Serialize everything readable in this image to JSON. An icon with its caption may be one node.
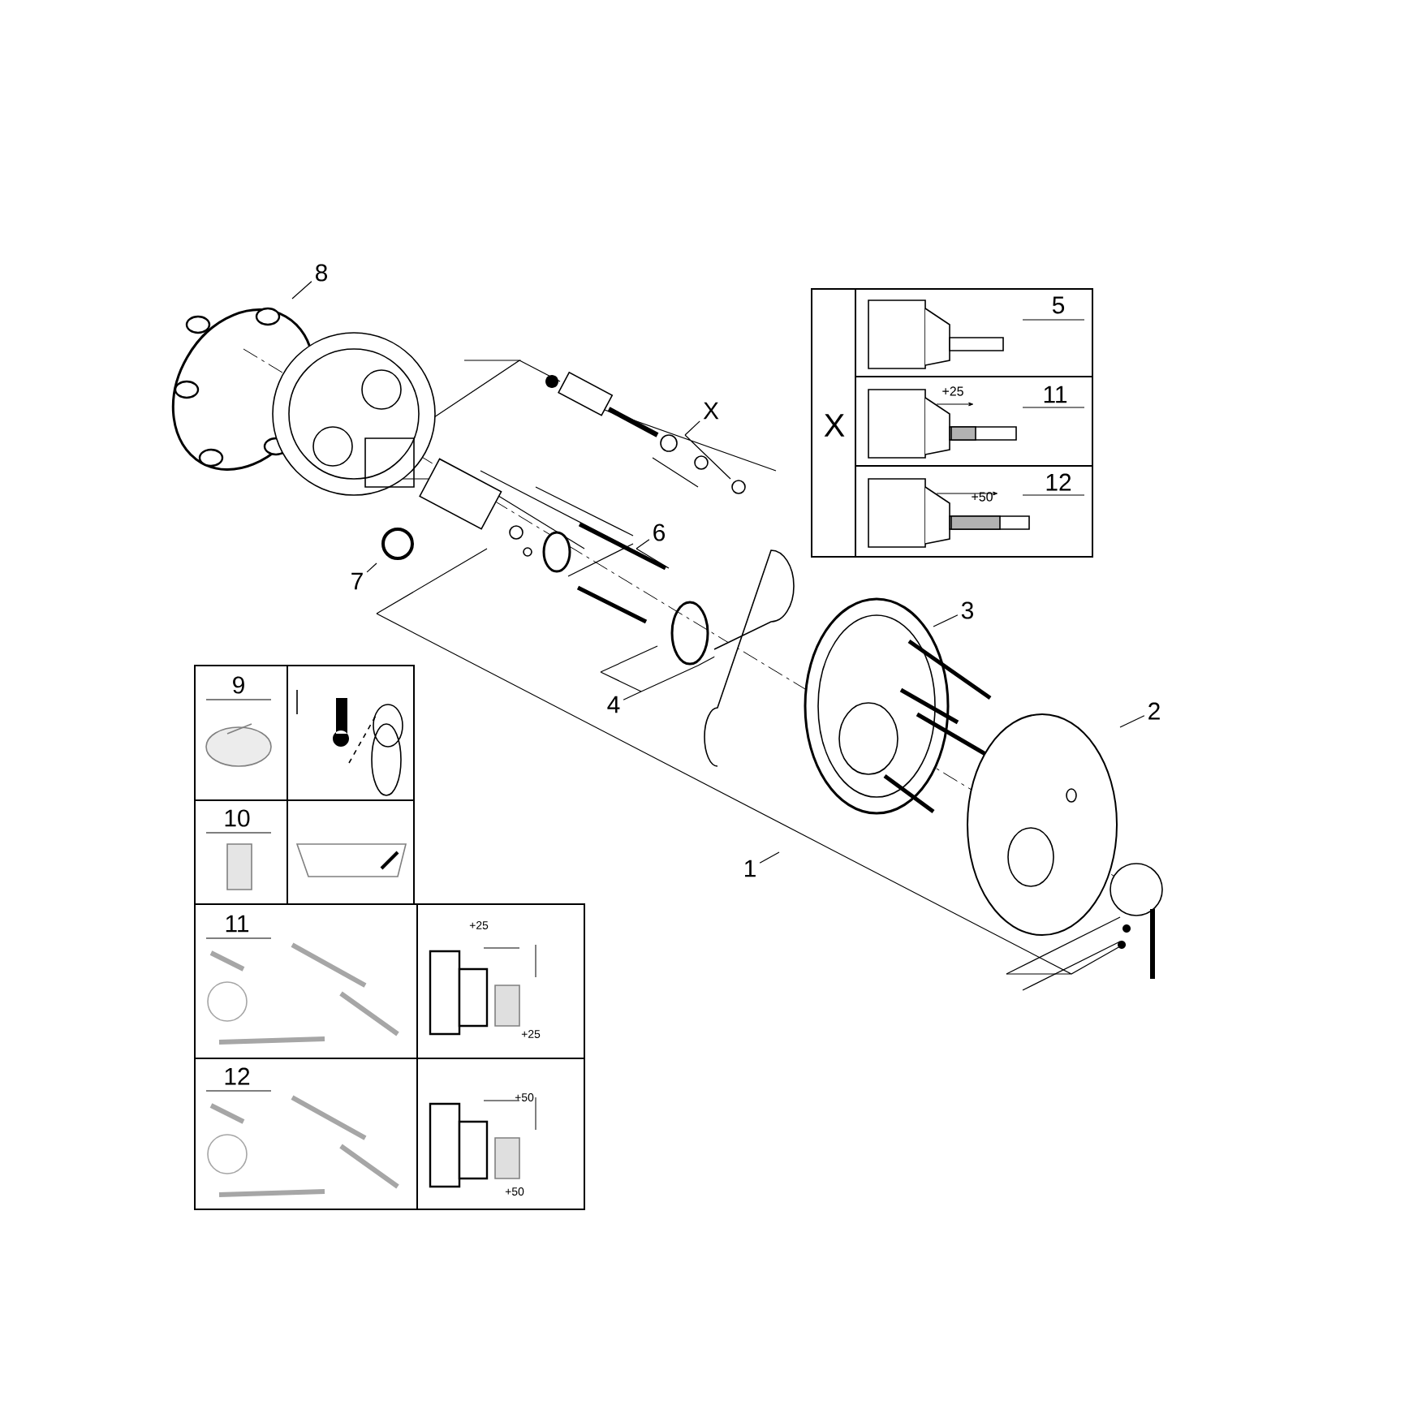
{
  "diagram": {
    "nodes": [
      {
        "text": [
          "8"
        ]
      },
      {
        "text": [
          "X"
        ]
      },
      {
        "text": [
          "7"
        ]
      },
      {
        "text": [
          "6"
        ]
      },
      {
        "text": [
          "4"
        ]
      },
      {
        "text": [
          "3"
        ]
      },
      {
        "text": [
          "2"
        ]
      },
      {
        "text": [
          "1"
        ]
      }
    ],
    "edges": [
      {
        "from": 0,
        "to": null,
        "arrow": "none"
      },
      {
        "from": 1,
        "to": null,
        "arrow": "none"
      },
      {
        "from": 2,
        "to": null,
        "arrow": "none"
      },
      {
        "from": 3,
        "to": null,
        "arrow": "none"
      },
      {
        "from": 4,
        "to": null,
        "arrow": "none"
      },
      {
        "from": 5,
        "to": null,
        "arrow": "none"
      },
      {
        "from": 6,
        "to": null,
        "arrow": "none"
      },
      {
        "from": 7,
        "to": null,
        "arrow": "none"
      }
    ],
    "labels": [
      "X",
      "5",
      "11",
      "+25",
      "12",
      "+50",
      "9",
      "10",
      "11",
      "+25",
      "+25",
      "12",
      "+50",
      "+50"
    ]
  }
}
